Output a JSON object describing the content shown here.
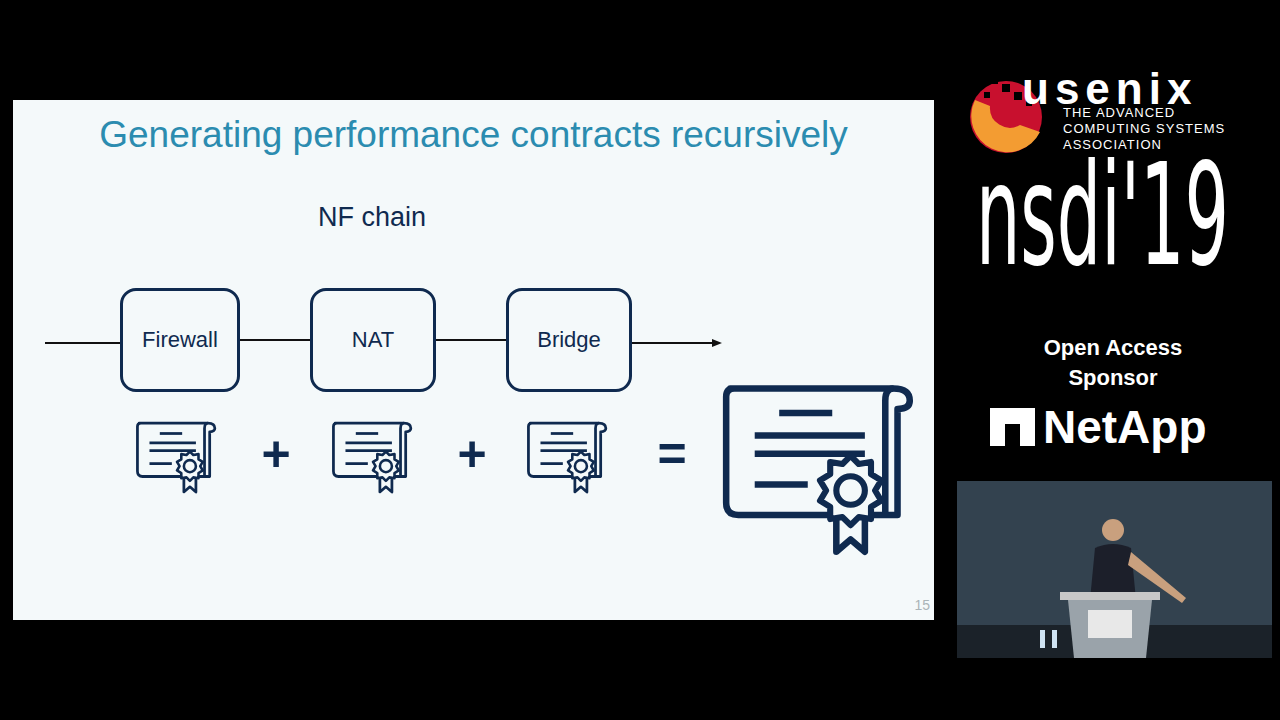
{
  "diagram": {
    "title": "Generating performance contracts recursively",
    "nodes": [
      {
        "text": [
          "Firewall"
        ]
      },
      {
        "text": [
          "NAT"
        ]
      },
      {
        "text": [
          "Bridge"
        ]
      }
    ],
    "edges": [
      {
        "from": 0,
        "to": 1,
        "arrow": "none"
      },
      {
        "from": 1,
        "to": 2,
        "arrow": "none"
      }
    ],
    "labels": [
      "NF chain",
      "+",
      "+",
      "=",
      "15",
      "usenix",
      "THE ADVANCED COMPUTING SYSTEMS ASSOCIATION",
      "nsdi'19",
      "Open Access Sponsor",
      "NetApp"
    ]
  }
}
